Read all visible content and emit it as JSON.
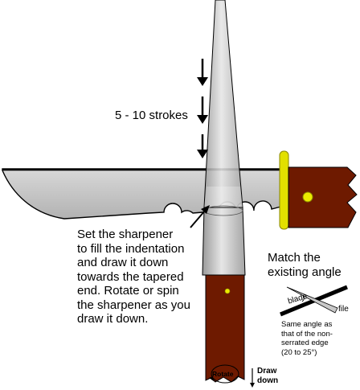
{
  "labels": {
    "strokes": "5 - 10 strokes",
    "instructions": [
      "Set the sharpener",
      "to fill the indentation",
      "and draw it down",
      "towards the tapered",
      "end. Rotate or spin",
      "the sharpener as you",
      "draw it down."
    ],
    "match_angle": [
      "Match the",
      "existing angle"
    ],
    "blade": "blade",
    "file": "file",
    "angle_note": [
      "Same angle as",
      "that of the non-",
      "serrated edge",
      "(20 to 25°)"
    ],
    "rotate": "Rotate",
    "draw_down": [
      "Draw",
      "down"
    ]
  },
  "colors": {
    "blade_fill": "#c4c4c4",
    "sharpener_steel": "#bdbdbd",
    "handle": "#6e1a00",
    "guard": "#e2e000",
    "rivet": "#eaea00",
    "outline": "#000000"
  }
}
